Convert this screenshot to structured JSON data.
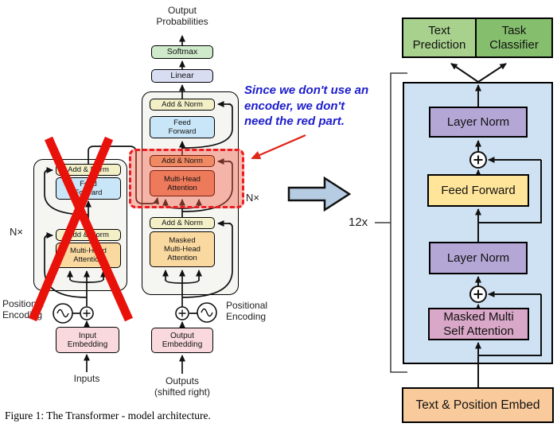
{
  "figure": {
    "caption": "Figure 1: The Transformer - model architecture."
  },
  "transformer": {
    "output_prob_lines": [
      "Output",
      "Probabilities"
    ],
    "softmax": "Softmax",
    "linear": "Linear",
    "add_norm": "Add & Norm",
    "ff_lines": [
      "Feed",
      "Forward"
    ],
    "mha_lines": [
      "Multi-Head",
      "Attention"
    ],
    "masked_mha_lines": [
      "Masked",
      "Multi-Head",
      "Attention"
    ],
    "n_x": "N×",
    "positional_lines": [
      "Positional",
      "Encoding"
    ],
    "input_embedding_lines": [
      "Input",
      "Embedding"
    ],
    "output_embedding_lines": [
      "Output",
      "Embedding"
    ],
    "inputs": "Inputs",
    "outputs_lines": [
      "Outputs",
      "(shifted right)"
    ]
  },
  "annotation": {
    "lines": [
      "Since we don't use an",
      "encoder, we don't",
      "need the red part."
    ]
  },
  "gpt": {
    "text_prediction_lines": [
      "Text",
      "Prediction"
    ],
    "task_classifier_lines": [
      "Task",
      "Classifier"
    ],
    "layer_norm": "Layer Norm",
    "feed_forward": "Feed Forward",
    "masked_msa_lines": [
      "Masked Multi",
      "Self Attention"
    ],
    "text_position_embed": "Text & Position Embed",
    "repeat": "12x"
  },
  "colors": {
    "red_cross": "#e8120b",
    "red_highlight_border": "#ec1c24",
    "red_highlight_fill": "rgba(243,93,66,0.42)",
    "annotation_blue": "#1c1ccd",
    "annotation_arrow_red": "#e0261a",
    "panel_blue": "#cfe2f3",
    "green_light": "#a9d18e",
    "green_dark": "#85bf6e",
    "purple": "#b4a7d6",
    "yellow": "#ffe599",
    "pink": "#d9a7c7",
    "orange": "#f9cb9c",
    "block_arrow_blue": "#b6cce2"
  }
}
